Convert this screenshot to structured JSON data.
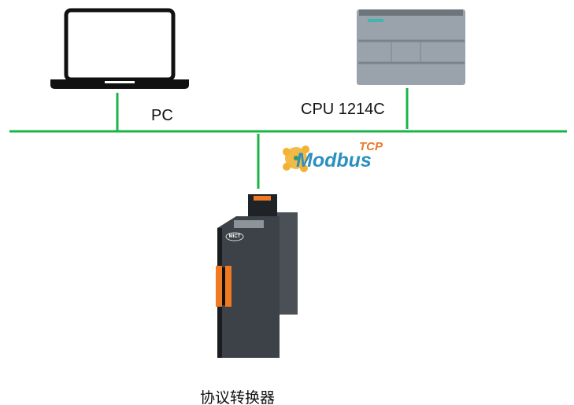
{
  "labels": {
    "pc": "PC",
    "cpu": "CPU 1214C",
    "converter": "协议转换器"
  },
  "logo": {
    "name": "Modbus",
    "suffix": "TCP"
  },
  "device_brand": "MICT",
  "colors": {
    "network_line": "#1db34a",
    "device_body": "#3c4248",
    "terminal": "#f07a22",
    "plc_body": "#9aa3ab"
  }
}
